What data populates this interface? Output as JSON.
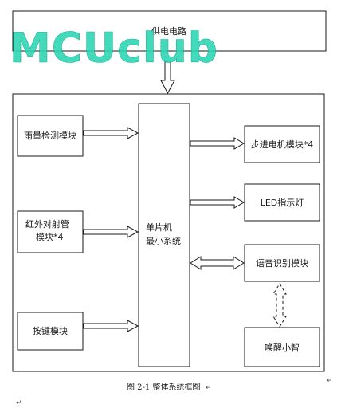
{
  "watermark": "MCUclub",
  "nodes": {
    "power": "供电电路",
    "rain": "雨量检测模块",
    "ir_line1": "红外对射管",
    "ir_line2": "模块*4",
    "keys": "按键模块",
    "mcu_line1": "单片机",
    "mcu_line2": "最小系统",
    "stepper": "步进电机模块*4",
    "led": "LED指示灯",
    "voice": "语音识别模块",
    "wake": "唤醒小智"
  },
  "caption": "图 2-1 整体系统框图",
  "marks": {
    "paragraph": "↵"
  },
  "colors": {
    "line": "#1a1a1a",
    "watermark": "#2fd6b4"
  }
}
